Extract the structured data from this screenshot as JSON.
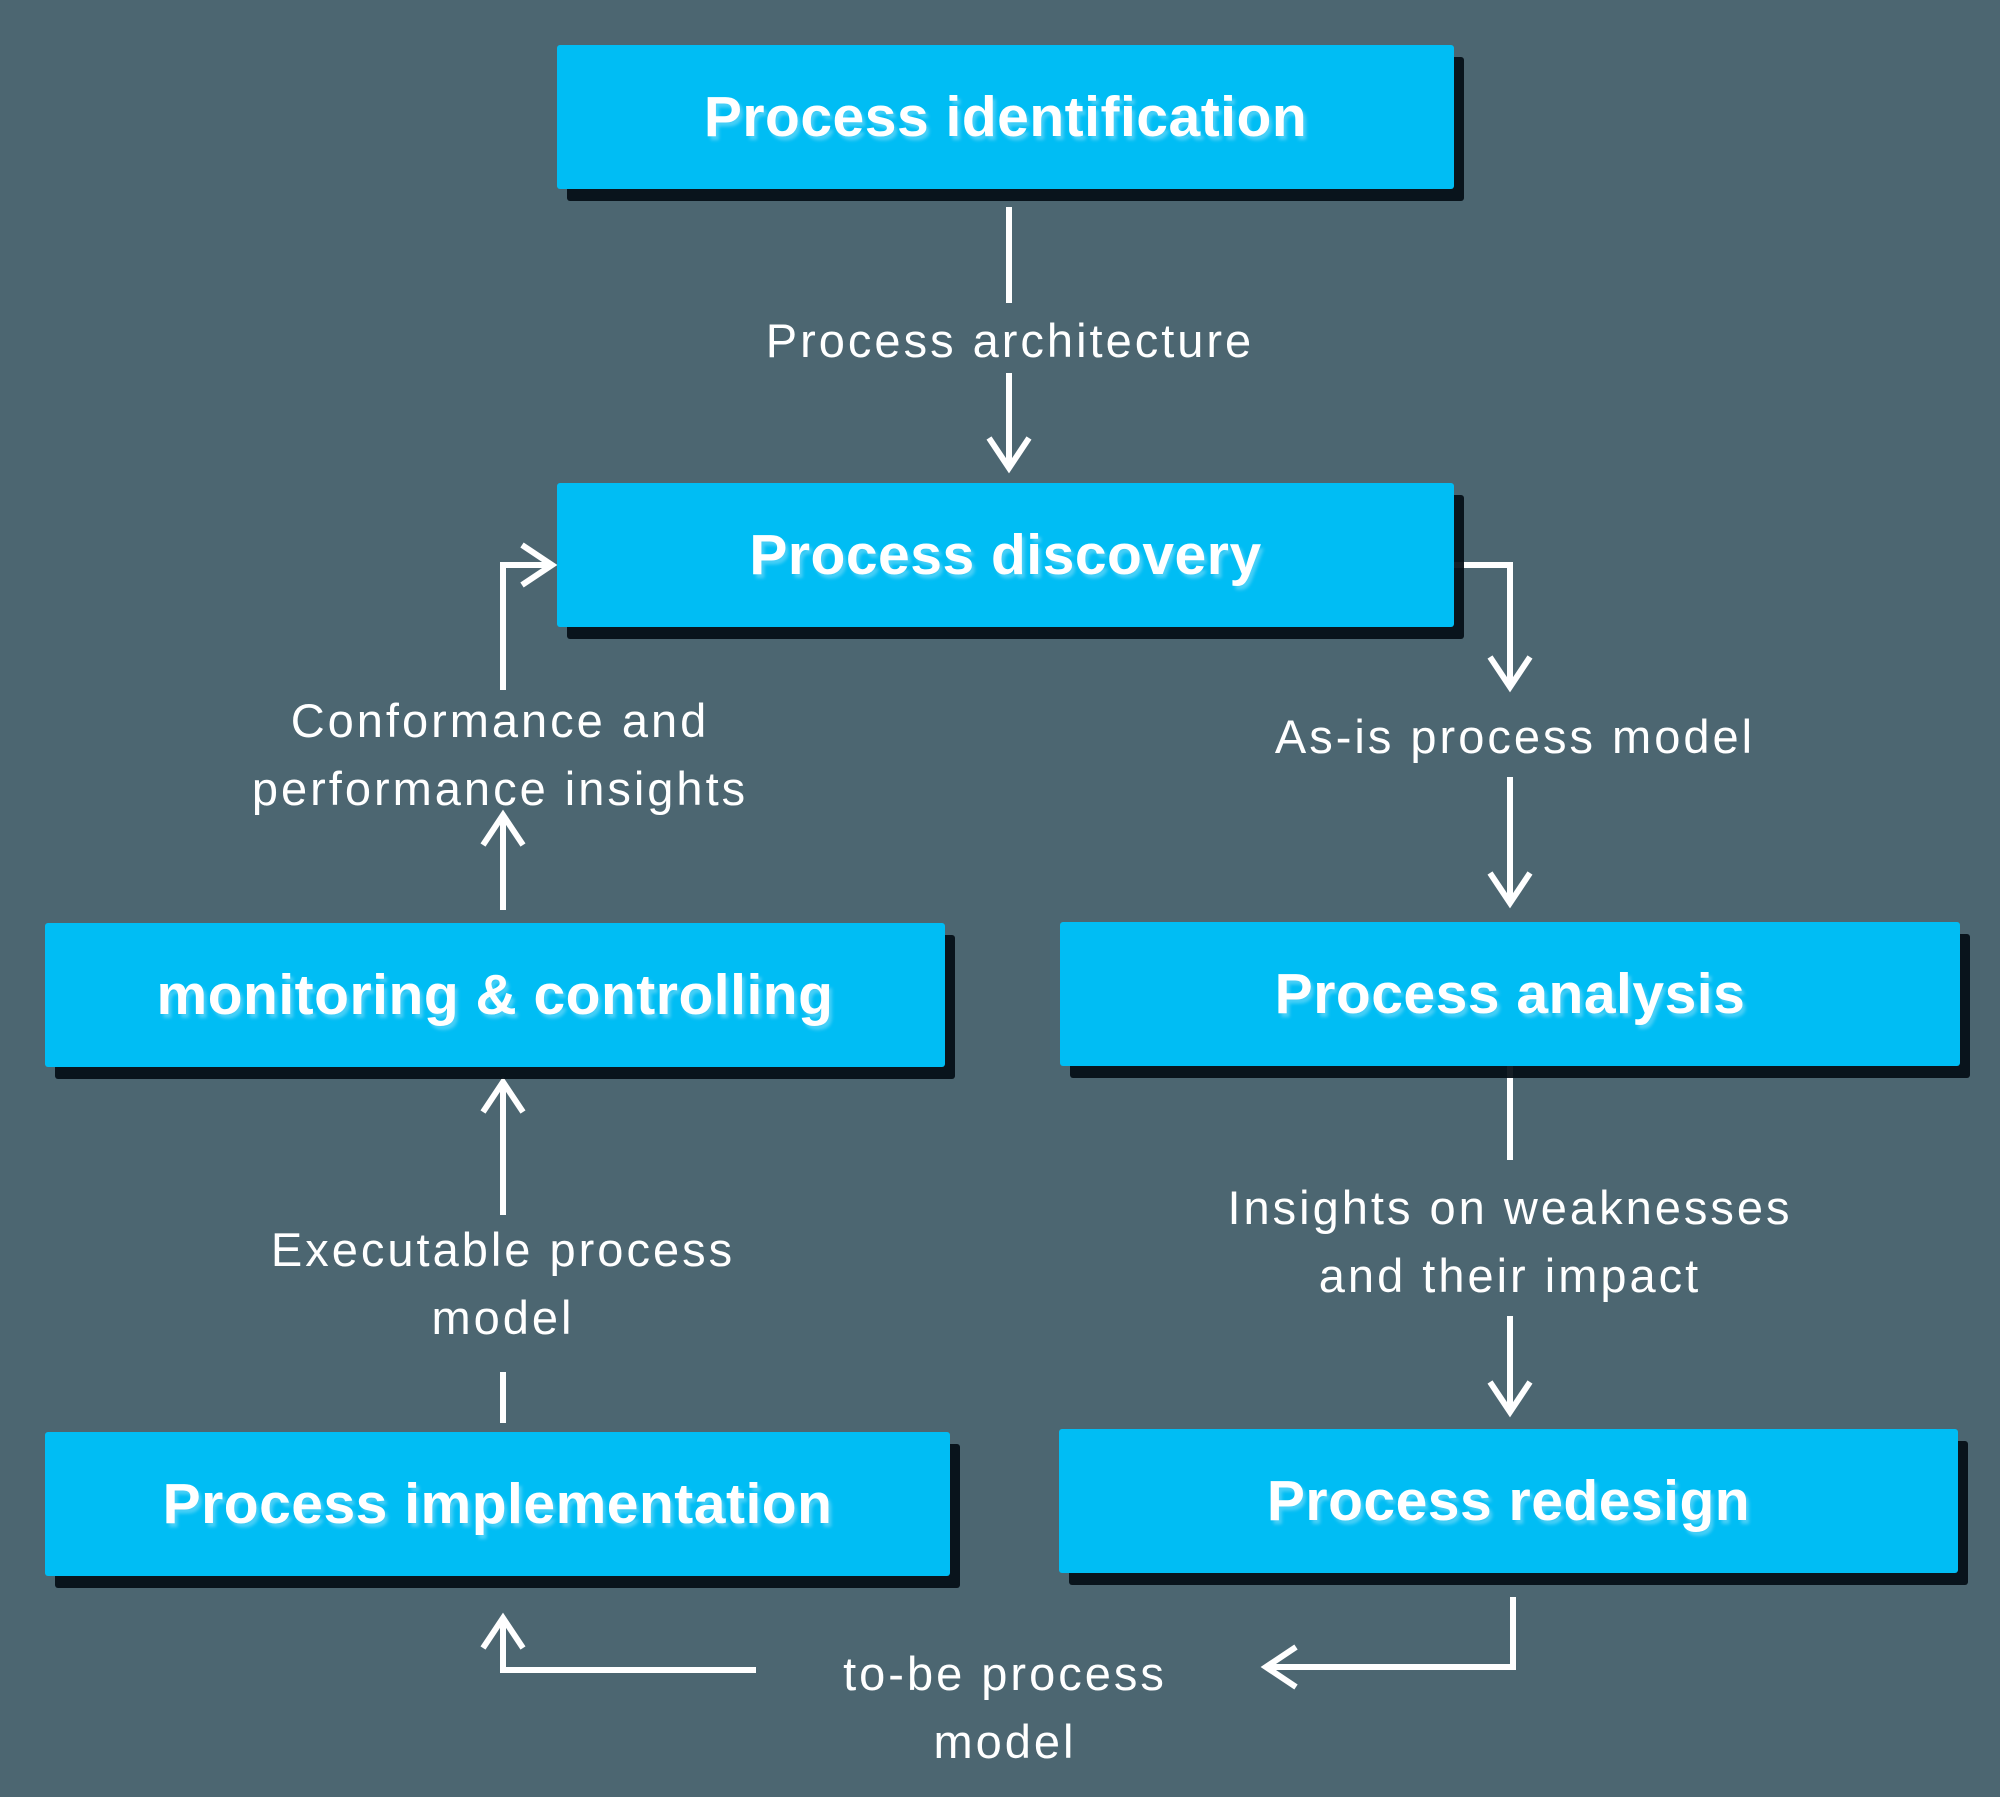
{
  "colors": {
    "background": "#4C6671",
    "box_fill": "#00BDF4",
    "box_shadow": "#040E16",
    "text": "#FFFFFF",
    "arrow": "#FFFFFF"
  },
  "boxes": [
    {
      "id": "process-identification",
      "label": "Process identification"
    },
    {
      "id": "process-discovery",
      "label": "Process discovery"
    },
    {
      "id": "monitoring-controlling",
      "label": "monitoring & controlling"
    },
    {
      "id": "process-analysis",
      "label": "Process analysis"
    },
    {
      "id": "process-implementation",
      "label": "Process implementation"
    },
    {
      "id": "process-redesign",
      "label": "Process redesign"
    }
  ],
  "edges": [
    {
      "from": "Process identification",
      "to": "Process discovery",
      "label": "Process architecture"
    },
    {
      "from": "Process discovery",
      "to": "Process analysis",
      "label": "As-is process model"
    },
    {
      "from": "Process analysis",
      "to": "Process redesign",
      "label": "Insights on weaknesses and their impact"
    },
    {
      "from": "Process redesign",
      "to": "Process implementation",
      "label": "to-be process model"
    },
    {
      "from": "Process implementation",
      "to": "monitoring & controlling",
      "label": "Executable process model"
    },
    {
      "from": "monitoring & controlling",
      "to": "Process discovery",
      "label": "Conformance and performance insights"
    }
  ]
}
